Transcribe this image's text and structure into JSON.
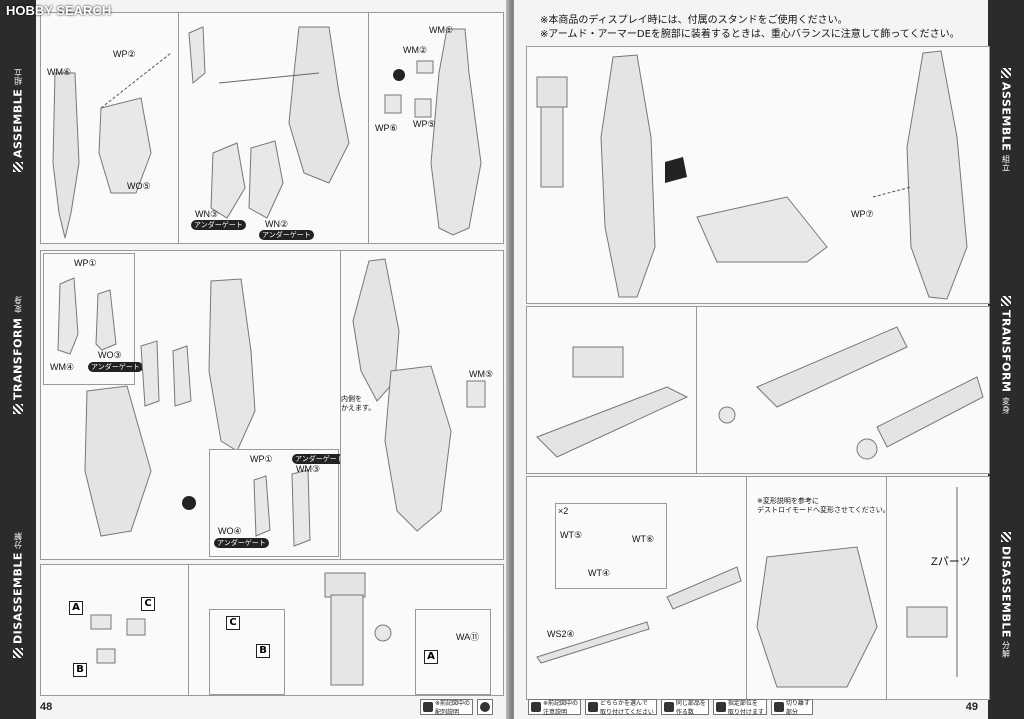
{
  "watermark": "HOBBY SEARCH",
  "sidebar": {
    "left": {
      "assemble": "ASSEMBLE",
      "assemble_sub": "組立",
      "transform": "TRANSFORM",
      "transform_sub": "変身",
      "disassemble": "DISASSEMBLE",
      "disassemble_sub": "分解"
    },
    "right": {
      "assemble": "ASSEMBLE",
      "assemble_sub": "組立",
      "transform": "TRANSFORM",
      "transform_sub": "変身",
      "disassemble": "DISASSEMBLE",
      "disassemble_sub": "分解"
    }
  },
  "notices": [
    "※本商品のディスプレイ時には、付属のスタンドをご使用ください。",
    "※アームド・アーマーDEを腕部に装着するときは、重心バランスに注意して飾ってください。"
  ],
  "page_numbers": {
    "left": "48",
    "right": "49"
  },
  "labels": {
    "wm6": "WM⑥",
    "wp2": "WP②",
    "wo5": "WO⑤",
    "wn3": "WN③",
    "wn2": "WN②",
    "wm1": "WM①",
    "wm2": "WM②",
    "wp6": "WP⑥",
    "wp5": "WP⑤",
    "wp1a": "WP①",
    "wm4": "WM④",
    "wo3": "WO③",
    "wm5": "WM⑤",
    "wp1b": "WP①",
    "wm3": "WM③",
    "wo4": "WO④",
    "wp7": "WP⑦",
    "wt5": "WT⑤",
    "wt6": "WT⑥",
    "wt4": "WT④",
    "ws2": "WS2④",
    "wa": "WA⑪",
    "x2": "×2"
  },
  "tags": {
    "under_gate": "アンダーゲート"
  },
  "letters": {
    "a": "A",
    "b": "B",
    "c": "C"
  },
  "notes": {
    "flip_note": "内側を\nかえます。",
    "transform_note": "※変形説明を参考に\nデストロイモードへ変形させてください。",
    "z_parts": "Zパーツ"
  },
  "legend_left": [
    {
      "icon": "reference-icon",
      "text": "※前記図中の\n配列説明"
    },
    {
      "icon": "gate-icon",
      "text": ""
    }
  ],
  "legend_right": [
    {
      "icon": "note-icon",
      "text": "※前記図中の\n注意説明"
    },
    {
      "icon": "selection-icon",
      "text": "どちらかを選んで\n取り付けてください"
    },
    {
      "icon": "quantity-icon",
      "text": "同じ部品を\n作る数"
    },
    {
      "icon": "caution-icon",
      "text": "指定部位を\n取り付けます"
    },
    {
      "icon": "cut-icon",
      "text": "切り離す\n部分"
    }
  ]
}
